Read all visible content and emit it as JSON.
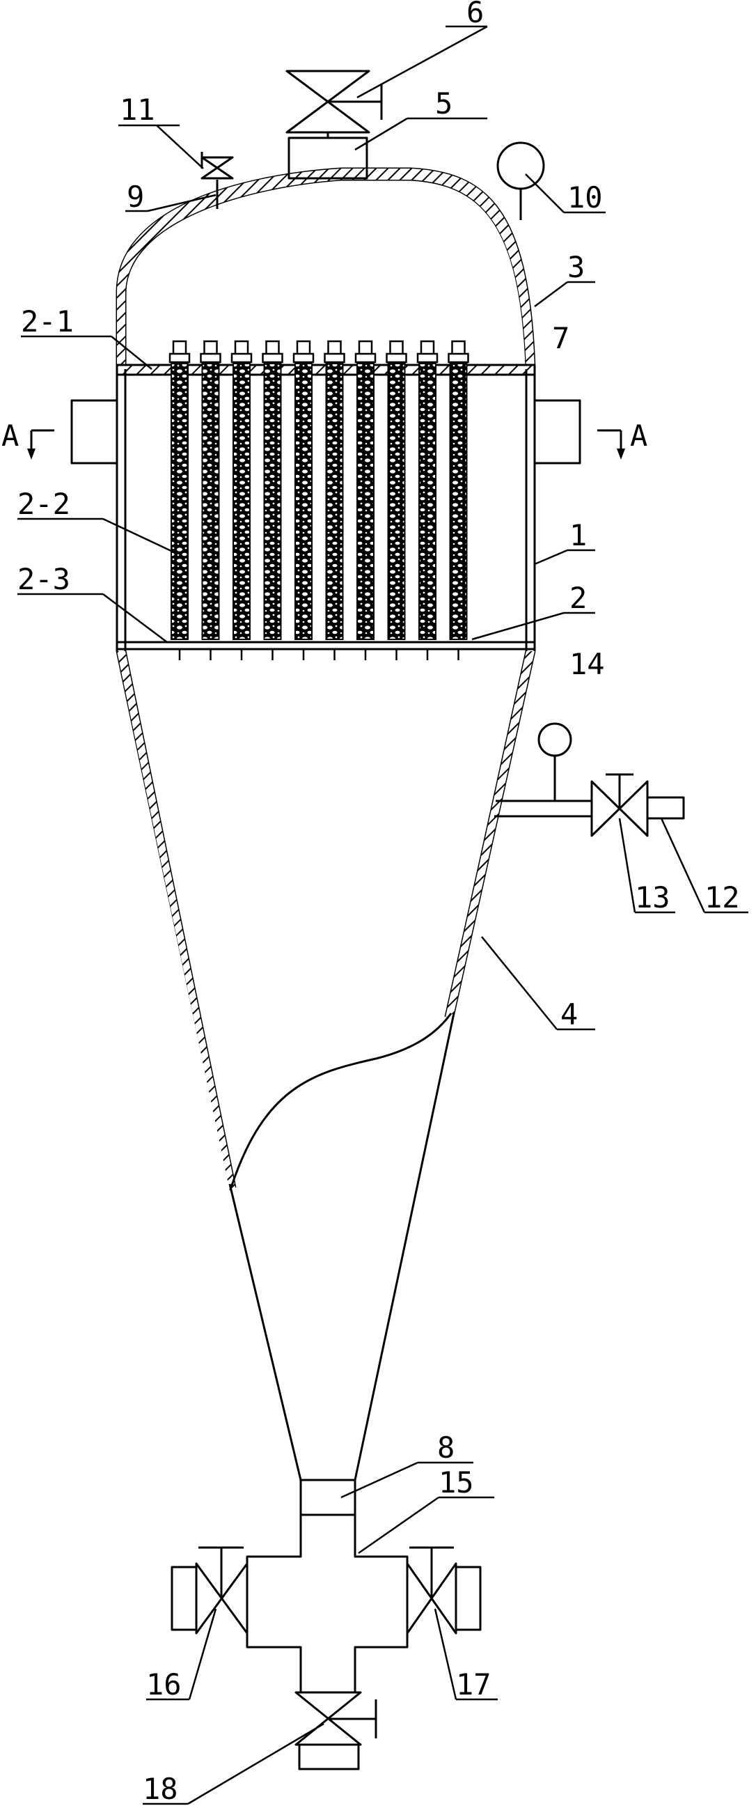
{
  "labels": {
    "l6": "6",
    "l5": "5",
    "l11": "11",
    "l9": "9",
    "l10": "10",
    "l3": "3",
    "l2_1": "2-1",
    "l7": "7",
    "lA_left": "A",
    "lA_right": "A",
    "l2_2": "2-2",
    "l1": "1",
    "l2_3": "2-3",
    "l2": "2",
    "l14": "14",
    "l13": "13",
    "l12": "12",
    "l4": "4",
    "l8": "8",
    "l15": "15",
    "l16": "16",
    "l17": "17",
    "l18": "18"
  },
  "tubes": {
    "count": 10
  }
}
